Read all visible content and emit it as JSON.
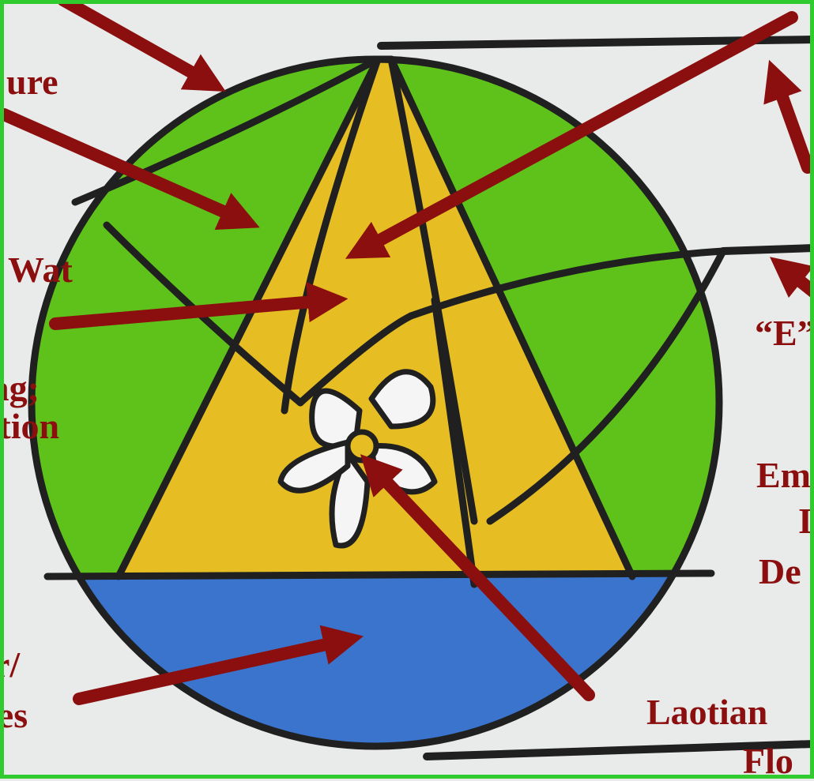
{
  "labels": {
    "nature": "ure",
    "wat": "Wat",
    "ng": "ng;",
    "ction": "ction",
    "water": "r/",
    "ies": "ies",
    "e_quote": "“E”",
    "em": "Em",
    "i": "I",
    "de": "De",
    "laotian": "Laotian",
    "flo": "Flo"
  },
  "colors": {
    "frame": "#2fcb2f",
    "arrow": "#8b0f0f",
    "green": "#5fc21a",
    "gold": "#e6be24",
    "blue": "#3a74cc",
    "outline": "#202020"
  }
}
